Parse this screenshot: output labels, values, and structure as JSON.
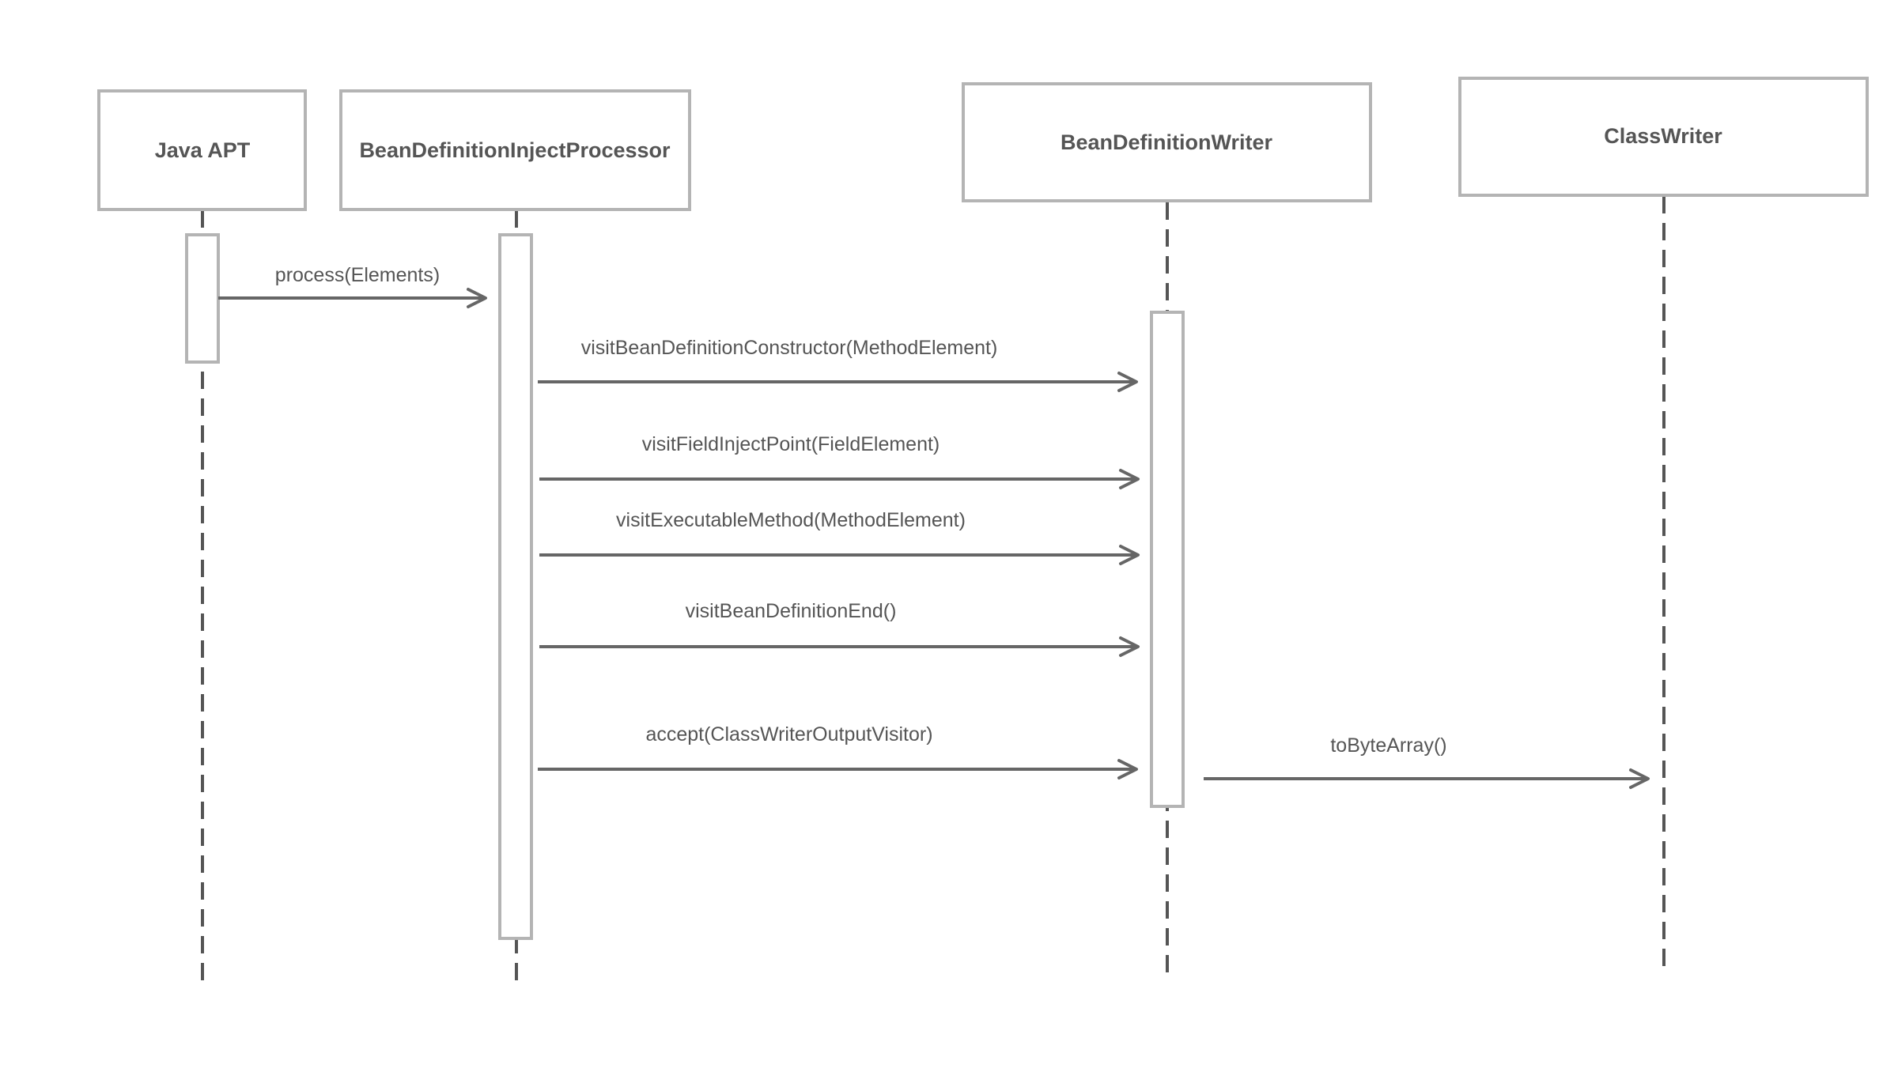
{
  "participants": [
    {
      "id": "java-apt",
      "label": "Java APT"
    },
    {
      "id": "bean-definition-inject-processor",
      "label": "BeanDefinitionInjectProcessor"
    },
    {
      "id": "bean-definition-writer",
      "label": "BeanDefinitionWriter"
    },
    {
      "id": "class-writer",
      "label": "ClassWriter"
    }
  ],
  "messages": [
    {
      "id": "process",
      "label": "process(Elements)",
      "from": "java-apt",
      "to": "bean-definition-inject-processor"
    },
    {
      "id": "visit-constructor",
      "label": "visitBeanDefinitionConstructor(MethodElement)",
      "from": "bean-definition-inject-processor",
      "to": "bean-definition-writer"
    },
    {
      "id": "visit-field",
      "label": "visitFieldInjectPoint(FieldElement)",
      "from": "bean-definition-inject-processor",
      "to": "bean-definition-writer"
    },
    {
      "id": "visit-executable",
      "label": "visitExecutableMethod(MethodElement)",
      "from": "bean-definition-inject-processor",
      "to": "bean-definition-writer"
    },
    {
      "id": "visit-end",
      "label": "visitBeanDefinitionEnd()",
      "from": "bean-definition-inject-processor",
      "to": "bean-definition-writer"
    },
    {
      "id": "accept",
      "label": "accept(ClassWriterOutputVisitor)",
      "from": "bean-definition-inject-processor",
      "to": "bean-definition-writer"
    },
    {
      "id": "to-byte-array",
      "label": "toByteArray()",
      "from": "bean-definition-writer",
      "to": "class-writer"
    }
  ]
}
